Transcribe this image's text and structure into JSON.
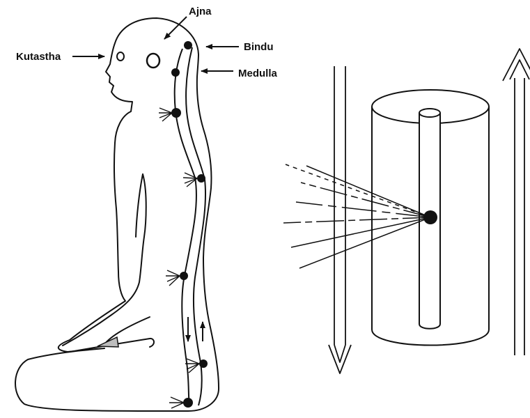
{
  "labels": {
    "ajna": "Ajna",
    "kutastha": "Kutastha",
    "bindu": "Bindu",
    "medulla": "Medulla"
  },
  "colors": {
    "ink": "#111111",
    "paper": "#ffffff",
    "cushion": "#bdbdbd"
  },
  "chakra_dot_count": 8,
  "light_ray_count": 7
}
